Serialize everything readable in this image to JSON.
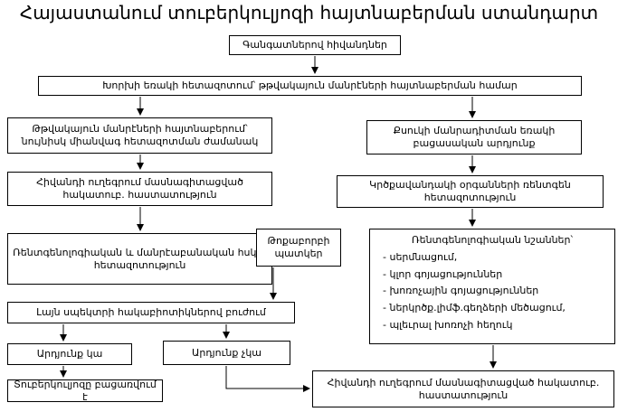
{
  "page": {
    "title": "Հայաստանում տուբերկուլյոզի հայտնաբերման ստանդարտ"
  },
  "boxes": {
    "patients": "Գանգատներով հիվանդներ",
    "sputum_exam": "Խորխի եռակի հետազոտում՝ թթվակայուն մանրէների հայտնաբերման համար",
    "afb_detection": "Թթվակայուն մանրէների հայտնաբերում՝ նույնիսկ միանվագ հետազոտման ժամանակ",
    "smear_negative": "Քսուկի մանրադիտման եռակի բացասական արդյունք",
    "referral_1": "Հիվանդի ուղեգրում մասնագիտացված հակատուբ. հաստատություն",
    "chest_xray": "Կրծքավանդակի օրգանների ռենտգեն հետազոտություն",
    "control_exam": "Ռենտգենոլոգիական և մանրէաբանական հսկիչ հետազոտություն",
    "pneumonia": "Թոքաբորբի պատկեր",
    "antibiotics": "Լայն սպեկտրի հակաբիոտիկներով բուժում",
    "result_yes": "Արդյունք կա",
    "result_no": "Արդյունք չկա",
    "tb_excluded": "Տուբերկուլյոզը բացառվում է",
    "referral_2": "Հիվանդի ուղեգրում մասնագիտացված հակատուբ. հաստատություն"
  },
  "xray_signs": {
    "header": "Ռենտգենոլոգիական նշաններ՝",
    "items": [
      "- սերմնացում,",
      "- կլոր գոյացություններ",
      "- խոռոչային գոյացություններ",
      "- ներկրծք.լիմֆ.գեղձերի մեծացում,",
      "- պլեւրալ խոռոչի հեղուկ"
    ]
  },
  "colors": {
    "border": "#000000",
    "background": "#ffffff",
    "text": "#000000"
  }
}
